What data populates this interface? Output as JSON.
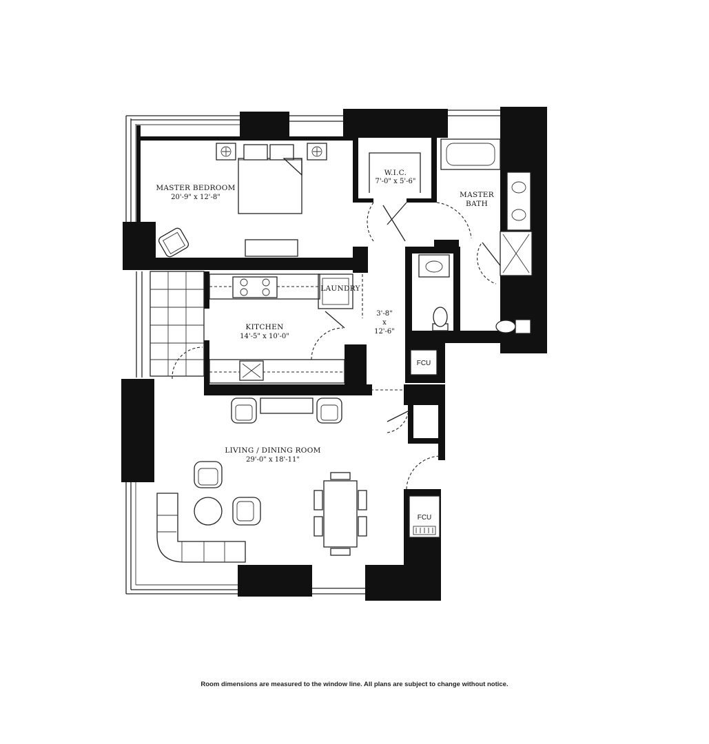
{
  "rooms": {
    "master_bedroom": {
      "name": "MASTER BEDROOM",
      "dims": "20'-9\" x 12'-8\""
    },
    "wic": {
      "name": "W.I.C.",
      "dims": "7'-0\" x 5'-6\""
    },
    "master_bath": {
      "name_line1": "MASTER",
      "name_line2": "BATH"
    },
    "laundry": {
      "name": "LAUNDRY"
    },
    "hall": {
      "dim1": "3'-8\"",
      "dim2": "x",
      "dim3": "12'-6\""
    },
    "kitchen": {
      "name": "KITCHEN",
      "dims": "14'-5\" x 10'-0\""
    },
    "living": {
      "name": "LIVING / DINING ROOM",
      "dims": "29'-0\" x 18'-11\""
    }
  },
  "equipment": {
    "fcu_upper": "FCU",
    "fcu_lower": "FCU"
  },
  "footer": {
    "note": "Room dimensions are measured to the window line. All plans are subject to change without notice."
  }
}
